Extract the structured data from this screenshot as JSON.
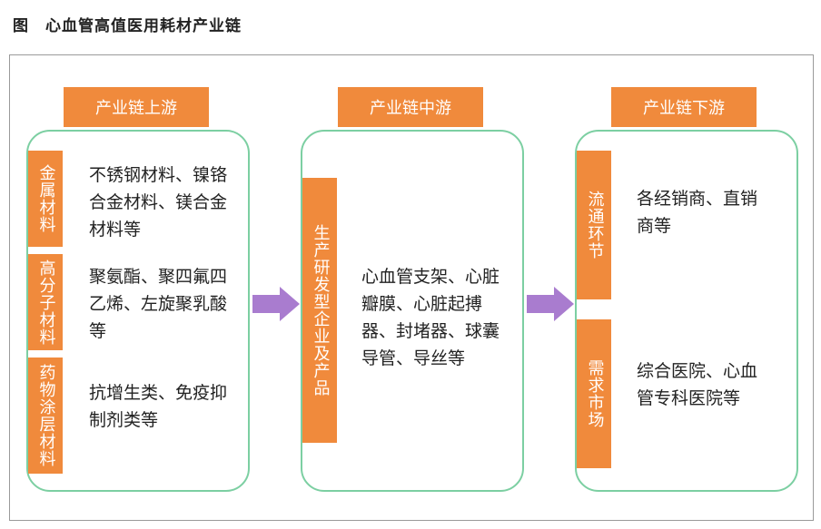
{
  "title": "图　心血管高值医用耗材产业链",
  "upstream": {
    "header": "产业链上游",
    "rows": [
      {
        "label": "金属材料",
        "text": "不锈钢材料、镍铬合金材料、镁合金材料等"
      },
      {
        "label": "高分子材料",
        "text": "聚氨酯、聚四氟四乙烯、左旋聚乳酸等"
      },
      {
        "label": "药物涂层材料",
        "text": "抗增生类、免疫抑制剂类等"
      }
    ]
  },
  "midstream": {
    "header": "产业链中游",
    "label": "生产研发型企业及产品",
    "text": "心血管支架、心脏瓣膜、心脏起搏器、封堵器、球囊导管、导丝等"
  },
  "downstream": {
    "header": "产业链下游",
    "rows": [
      {
        "label": "流通环节",
        "text": "各经销商、直销商等"
      },
      {
        "label": "需求市场",
        "text": "综合医院、心血管专科医院等"
      }
    ]
  },
  "colors": {
    "accent": "#f08a3c",
    "panel_border": "#7ccfa2",
    "arrow": "#a97ccf"
  }
}
